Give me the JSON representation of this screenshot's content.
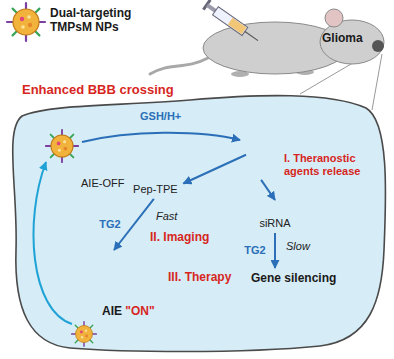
{
  "diagram": {
    "nodes": [
      {
        "text": [
          "Enhanced BBB crossing"
        ]
      },
      {
        "text": [
          "I. Theranostic agents release"
        ],
        "in": 0
      },
      {
        "text": [
          "AIE-OFF",
          "Pep-TPE"
        ],
        "in": 0
      },
      {
        "text": [
          "siRNA"
        ],
        "in": 0
      },
      {
        "text": [
          "AIE \"ON\""
        ],
        "in": 0
      },
      {
        "text": [
          "Gene silencing"
        ],
        "in": 0
      }
    ],
    "edges": [
      {
        "from": 1,
        "to": 2,
        "arrow": "to"
      },
      {
        "from": 1,
        "to": 3,
        "arrow": "to"
      },
      {
        "from": 2,
        "to": 4,
        "label": "TG2",
        "arrow": "to"
      },
      {
        "from": 3,
        "to": 5,
        "label": "TG2",
        "arrow": "to"
      }
    ],
    "labels": [
      "Dual-targeting TMPsM NPs",
      "Glioma",
      "GSH/H+",
      "Fast",
      "II. Imaging",
      "Slow",
      "III. Therapy"
    ]
  }
}
